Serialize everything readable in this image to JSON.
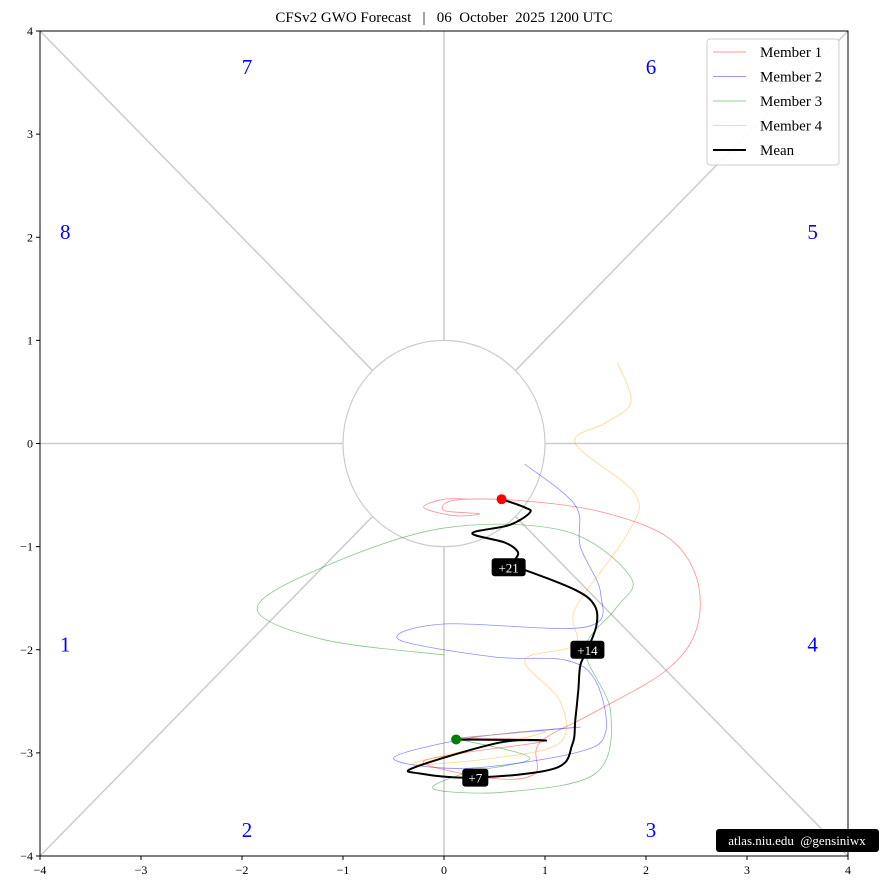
{
  "chart_data": {
    "type": "line",
    "title": "CFSv2 GWO Forecast   |   06  October  2025 1200 UTC",
    "xlim": [
      -4,
      4
    ],
    "ylim": [
      -4,
      4
    ],
    "xticks": [
      "−4",
      "−3",
      "−2",
      "−1",
      "0",
      "1",
      "2",
      "3",
      "4"
    ],
    "yticks": [
      "−4",
      "−3",
      "−2",
      "−1",
      "0",
      "1",
      "2",
      "3",
      "4"
    ],
    "phase_labels": [
      "1",
      "2",
      "3",
      "4",
      "5",
      "6",
      "7",
      "8"
    ],
    "legend_placement": "top-right",
    "series": [
      {
        "name": "Member 1",
        "color": "#ff0000",
        "points": [
          [
            0.1,
            -2.86
          ],
          [
            1.0,
            -2.88
          ],
          [
            0.2,
            -3.0
          ],
          [
            -0.2,
            -3.1
          ],
          [
            0.5,
            -3.25
          ],
          [
            0.9,
            -3.2
          ],
          [
            0.95,
            -2.9
          ],
          [
            1.5,
            -2.6
          ],
          [
            2.2,
            -2.2
          ],
          [
            2.5,
            -1.8
          ],
          [
            2.5,
            -1.3
          ],
          [
            2.2,
            -0.9
          ],
          [
            1.5,
            -0.65
          ],
          [
            0.7,
            -0.55
          ],
          [
            0.1,
            -0.55
          ],
          [
            0.0,
            -0.65
          ],
          [
            0.35,
            -0.68
          ],
          [
            0.1,
            -0.7
          ],
          [
            -0.2,
            -0.62
          ],
          [
            0.0,
            -0.54
          ],
          [
            0.27,
            -0.54
          ]
        ]
      },
      {
        "name": "Member 2",
        "color": "#0000ff",
        "points": [
          [
            0.1,
            -2.86
          ],
          [
            1.35,
            -2.75
          ],
          [
            0.3,
            -2.85
          ],
          [
            -0.5,
            -3.05
          ],
          [
            0.2,
            -3.15
          ],
          [
            1.3,
            -3.0
          ],
          [
            1.6,
            -2.8
          ],
          [
            1.5,
            -2.3
          ],
          [
            1.2,
            -2.1
          ],
          [
            0.5,
            -2.07
          ],
          [
            -0.45,
            -1.9
          ],
          [
            0.0,
            -1.75
          ],
          [
            1.4,
            -1.78
          ],
          [
            1.55,
            -1.45
          ],
          [
            1.35,
            -1.0
          ],
          [
            1.3,
            -0.6
          ],
          [
            0.8,
            -0.2
          ]
        ]
      },
      {
        "name": "Member 3",
        "color": "#008000",
        "points": [
          [
            0.1,
            -2.86
          ],
          [
            0.85,
            -3.05
          ],
          [
            0.2,
            -3.2
          ],
          [
            -0.1,
            -3.35
          ],
          [
            0.6,
            -3.38
          ],
          [
            1.5,
            -3.2
          ],
          [
            1.65,
            -2.6
          ],
          [
            1.4,
            -2.0
          ],
          [
            1.7,
            -1.6
          ],
          [
            1.85,
            -1.3
          ],
          [
            1.2,
            -0.85
          ],
          [
            0.0,
            -0.82
          ],
          [
            -1.2,
            -1.2
          ],
          [
            -1.85,
            -1.6
          ],
          [
            -1.2,
            -1.9
          ],
          [
            0.0,
            -2.05
          ]
        ]
      },
      {
        "name": "Member 4",
        "color": "#ffa500",
        "points": [
          [
            0.1,
            -2.86
          ],
          [
            1.0,
            -2.8
          ],
          [
            -0.3,
            -3.1
          ],
          [
            0.5,
            -3.05
          ],
          [
            1.15,
            -2.9
          ],
          [
            1.15,
            -2.5
          ],
          [
            0.8,
            -2.1
          ],
          [
            1.3,
            -1.95
          ],
          [
            1.3,
            -1.6
          ],
          [
            1.8,
            -0.9
          ],
          [
            1.9,
            -0.5
          ],
          [
            1.3,
            0.0
          ],
          [
            1.6,
            0.2
          ],
          [
            1.85,
            0.4
          ],
          [
            1.72,
            0.78
          ]
        ]
      },
      {
        "name": "Mean",
        "color": "#000000",
        "points": [
          [
            0.12,
            -2.87
          ],
          [
            1.0,
            -2.88
          ],
          [
            0.55,
            -2.9
          ],
          [
            -0.29,
            -3.14
          ],
          [
            -0.24,
            -3.2
          ],
          [
            0.31,
            -3.24
          ],
          [
            1.1,
            -3.15
          ],
          [
            1.27,
            -2.92
          ],
          [
            1.3,
            -2.68
          ],
          [
            1.33,
            -2.39
          ],
          [
            1.35,
            -2.15
          ],
          [
            1.42,
            -2.0
          ],
          [
            1.51,
            -1.76
          ],
          [
            1.49,
            -1.57
          ],
          [
            1.3,
            -1.42
          ],
          [
            0.75,
            -1.21
          ],
          [
            0.64,
            -1.2
          ],
          [
            0.7,
            -1.13
          ],
          [
            0.73,
            -1.05
          ],
          [
            0.6,
            -0.96
          ],
          [
            0.28,
            -0.87
          ],
          [
            0.65,
            -0.79
          ],
          [
            0.85,
            -0.67
          ],
          [
            0.8,
            -0.62
          ],
          [
            0.57,
            -0.54
          ]
        ]
      }
    ],
    "start_point": [
      0.12,
      -2.87
    ],
    "end_point": [
      0.57,
      -0.54
    ],
    "annotations": [
      {
        "text": "+7",
        "at": [
          0.31,
          -3.24
        ]
      },
      {
        "text": "+14",
        "at": [
          1.42,
          -2.0
        ]
      },
      {
        "text": "+21",
        "at": [
          0.64,
          -1.2
        ]
      }
    ],
    "watermark": "atlas.niu.edu  @gensiniwx"
  }
}
